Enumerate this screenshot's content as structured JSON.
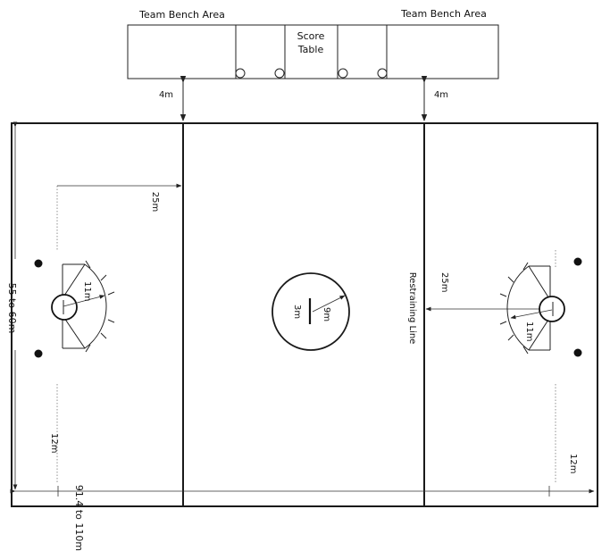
{
  "bench": {
    "left_label": "Team Bench Area",
    "right_label": "Team Bench Area",
    "score_table_line1": "Score",
    "score_table_line2": "Table",
    "gap_left": "4m",
    "gap_right": "4m"
  },
  "field": {
    "width_label": "55 to 60m",
    "length_label": "91.4 to 110m",
    "restraining_line_label": "Restraining Line"
  },
  "left_end": {
    "dist_to_restraining": "25m",
    "arc_radius": "11m",
    "goal_to_endline": "12m"
  },
  "right_end": {
    "dist_to_restraining": "25m",
    "arc_radius": "11m",
    "goal_to_endline": "12m"
  },
  "center": {
    "radius_label": "9m",
    "line_label": "3m"
  }
}
